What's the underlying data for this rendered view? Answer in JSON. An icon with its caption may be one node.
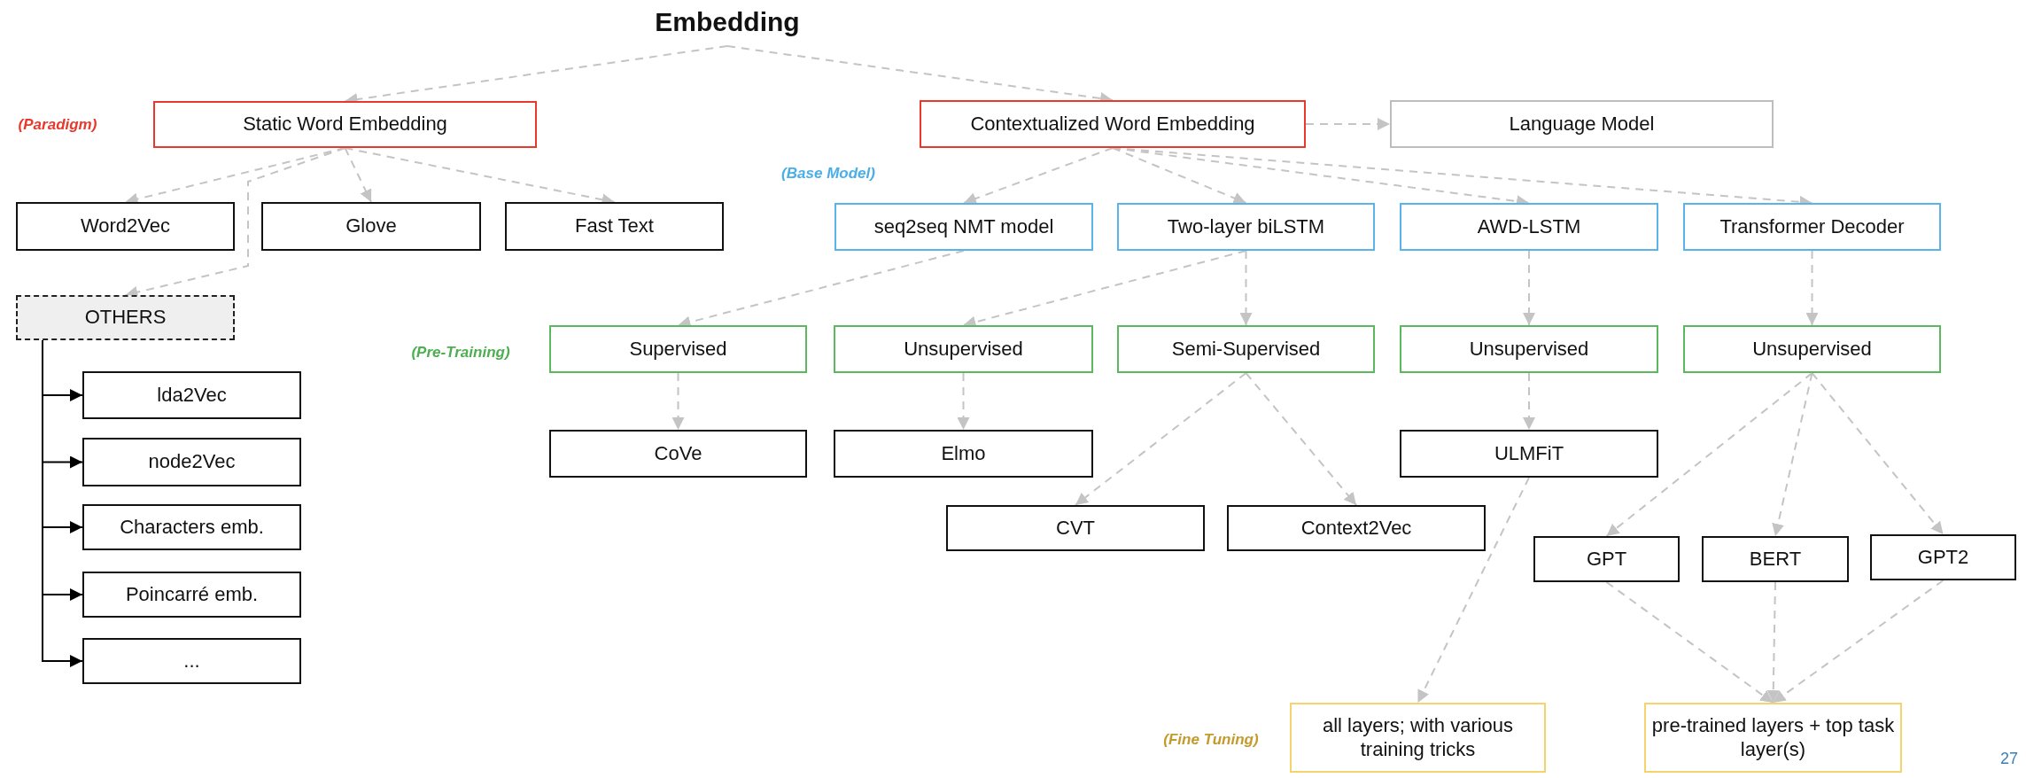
{
  "diagram": {
    "nodes": [
      {
        "text": [
          "Embedding"
        ]
      },
      {
        "text": [
          "Static Word Embedding"
        ]
      },
      {
        "text": [
          "Contextualized Word Embedding"
        ]
      },
      {
        "text": [
          "Language Model"
        ]
      },
      {
        "text": [
          "Word2Vec"
        ]
      },
      {
        "text": [
          "Glove"
        ]
      },
      {
        "text": [
          "Fast Text"
        ]
      },
      {
        "text": [
          "seq2seq NMT model"
        ]
      },
      {
        "text": [
          "Two-layer biLSTM"
        ]
      },
      {
        "text": [
          "AWD-LSTM"
        ]
      },
      {
        "text": [
          "Transformer Decoder"
        ]
      },
      {
        "text": [
          "OTHERS"
        ]
      },
      {
        "text": [
          "Supervised"
        ]
      },
      {
        "text": [
          "Unsupervised"
        ]
      },
      {
        "text": [
          "Semi-Supervised"
        ]
      },
      {
        "text": [
          "Unsupervised"
        ]
      },
      {
        "text": [
          "Unsupervised"
        ]
      },
      {
        "text": [
          "lda2Vec"
        ]
      },
      {
        "text": [
          "CoVe"
        ]
      },
      {
        "text": [
          "Elmo"
        ]
      },
      {
        "text": [
          "ULMFiT"
        ]
      },
      {
        "text": [
          "node2Vec"
        ]
      },
      {
        "text": [
          "Characters emb."
        ]
      },
      {
        "text": [
          "CVT"
        ]
      },
      {
        "text": [
          "Context2Vec"
        ]
      },
      {
        "text": [
          "GPT"
        ]
      },
      {
        "text": [
          "BERT"
        ]
      },
      {
        "text": [
          "GPT2"
        ]
      },
      {
        "text": [
          "Poincarré emb."
        ]
      },
      {
        "text": [
          "..."
        ]
      },
      {
        "text": [
          "all layers; with various training tricks"
        ]
      },
      {
        "text": [
          "pre-trained layers + top task layer(s)"
        ]
      }
    ],
    "edges": [
      {
        "from": 0,
        "to": 1,
        "arrow": "to",
        "style": "dashed"
      },
      {
        "from": 0,
        "to": 2,
        "arrow": "to",
        "style": "dashed"
      },
      {
        "from": 2,
        "to": 3,
        "arrow": "to",
        "style": "dashed"
      },
      {
        "from": 1,
        "to": 4,
        "arrow": "to",
        "style": "dashed"
      },
      {
        "from": 1,
        "to": 5,
        "arrow": "to",
        "style": "dashed"
      },
      {
        "from": 1,
        "to": 6,
        "arrow": "to",
        "style": "dashed"
      },
      {
        "from": 1,
        "to": 11,
        "arrow": "to",
        "style": "dashed"
      },
      {
        "from": 2,
        "to": 7,
        "arrow": "to",
        "style": "dashed"
      },
      {
        "from": 2,
        "to": 8,
        "arrow": "to",
        "style": "dashed"
      },
      {
        "from": 2,
        "to": 9,
        "arrow": "to",
        "style": "dashed"
      },
      {
        "from": 2,
        "to": 10,
        "arrow": "to",
        "style": "dashed"
      },
      {
        "from": 7,
        "to": 12,
        "arrow": "to",
        "style": "dashed"
      },
      {
        "from": 8,
        "to": 13,
        "arrow": "to",
        "style": "dashed"
      },
      {
        "from": 8,
        "to": 14,
        "arrow": "to",
        "style": "dashed"
      },
      {
        "from": 9,
        "to": 15,
        "arrow": "to",
        "style": "dashed"
      },
      {
        "from": 10,
        "to": 16,
        "arrow": "to",
        "style": "dashed"
      },
      {
        "from": 12,
        "to": 18,
        "arrow": "to",
        "style": "dashed"
      },
      {
        "from": 13,
        "to": 19,
        "arrow": "to",
        "style": "dashed"
      },
      {
        "from": 14,
        "to": 23,
        "arrow": "to",
        "style": "dashed"
      },
      {
        "from": 14,
        "to": 24,
        "arrow": "to",
        "style": "dashed"
      },
      {
        "from": 15,
        "to": 20,
        "arrow": "to",
        "style": "dashed"
      },
      {
        "from": 16,
        "to": 25,
        "arrow": "to",
        "style": "dashed"
      },
      {
        "from": 16,
        "to": 26,
        "arrow": "to",
        "style": "dashed"
      },
      {
        "from": 16,
        "to": 27,
        "arrow": "to",
        "style": "dashed"
      },
      {
        "from": 20,
        "to": 30,
        "arrow": "to",
        "style": "dashed"
      },
      {
        "from": 25,
        "to": 31,
        "arrow": "to",
        "style": "dashed"
      },
      {
        "from": 26,
        "to": 31,
        "arrow": "to",
        "style": "dashed"
      },
      {
        "from": 27,
        "to": 31,
        "arrow": "to",
        "style": "dashed"
      },
      {
        "from": 11,
        "to": 17,
        "arrow": "to",
        "color": "#000000"
      },
      {
        "from": 11,
        "to": 21,
        "arrow": "to",
        "color": "#000000"
      },
      {
        "from": 11,
        "to": 22,
        "arrow": "to",
        "color": "#000000"
      },
      {
        "from": 11,
        "to": 28,
        "arrow": "to",
        "color": "#000000"
      },
      {
        "from": 11,
        "to": 29,
        "arrow": "to",
        "color": "#000000"
      }
    ],
    "labels": [
      "(Paradigm)",
      "(Base Model)",
      "(Pre-Training)",
      "(Fine Tuning)",
      "27"
    ]
  }
}
